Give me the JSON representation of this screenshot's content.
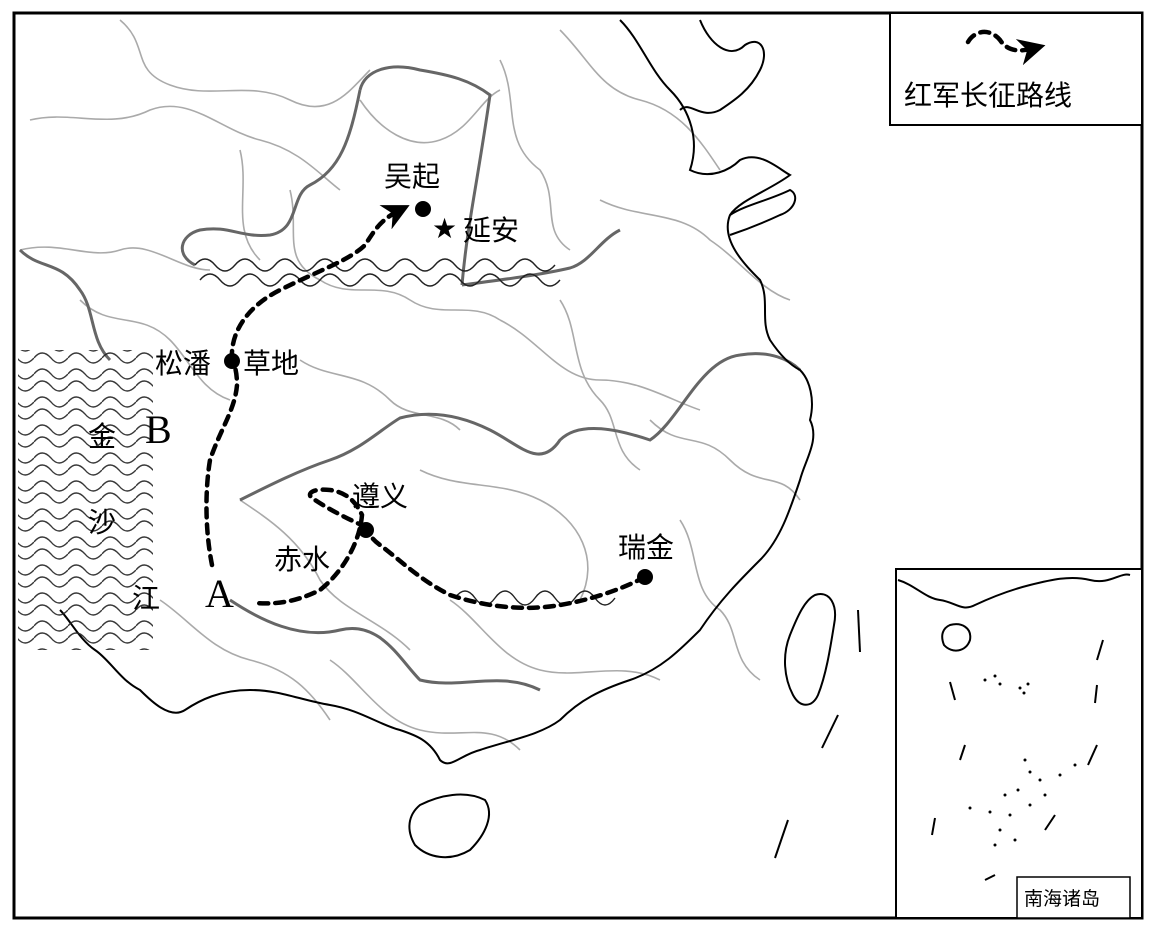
{
  "legend": {
    "label": "红军长征路线"
  },
  "places": {
    "wuqi": "吴起",
    "yanan": "延安",
    "songpan": "松潘",
    "caodi": "草地",
    "zunyi": "遵义",
    "ruijin": "瑞金",
    "chishui": "赤水"
  },
  "markers": {
    "a": "A",
    "b": "B"
  },
  "river_jinsha": [
    "金",
    "沙",
    "江"
  ],
  "inset": {
    "label": "南海诸岛"
  },
  "route_style": "dashed black line with arrow",
  "capital_symbol": "star-icon"
}
